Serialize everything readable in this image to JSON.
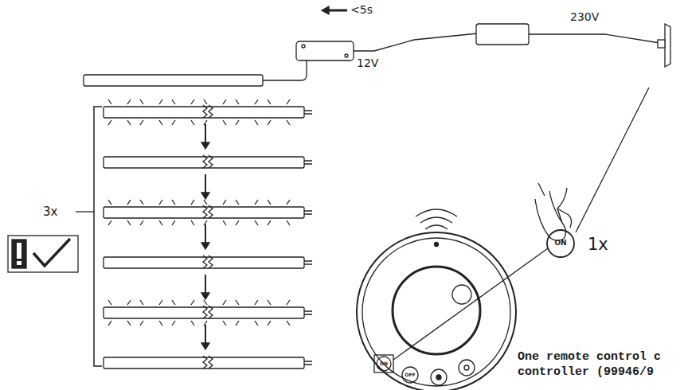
{
  "diagram": {
    "labels": [
      "<5s",
      "230V",
      "12V",
      "3x",
      "1x",
      "ON",
      "ON",
      "OFF",
      "One remote control c controller (99946/9"
    ]
  }
}
